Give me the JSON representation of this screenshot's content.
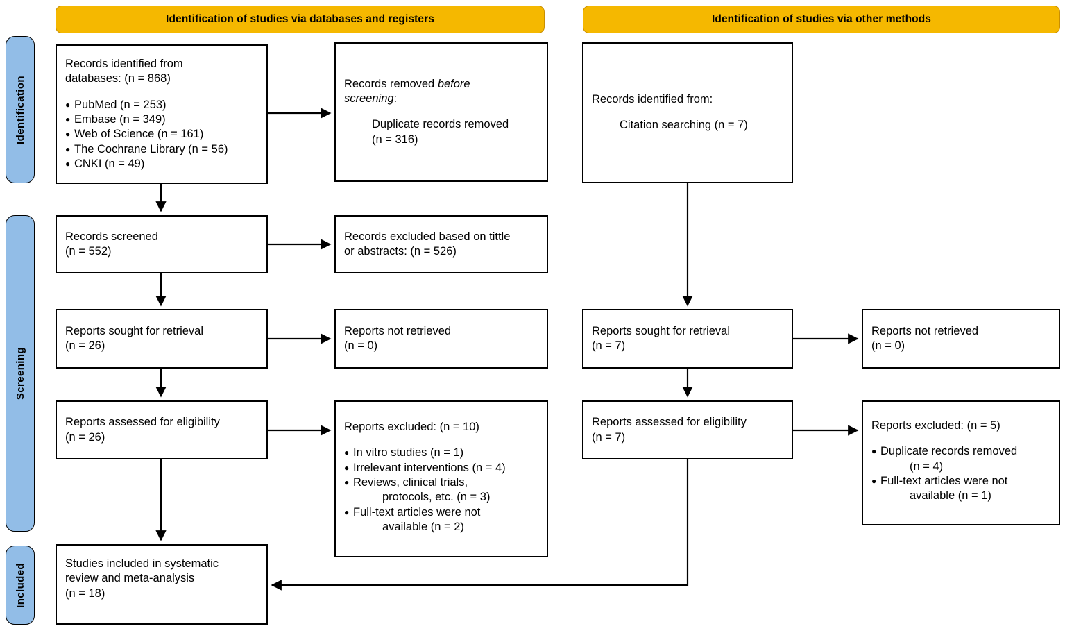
{
  "diagram": {
    "type": "prisma-flow-diagram",
    "title": "PRISMA 2020 flow diagram",
    "colors": {
      "banner_fill": "#F5B800",
      "banner_border": "#C98F00",
      "side_label_fill": "#92BDE7",
      "box_border": "#000000",
      "background": "#FFFFFF",
      "text": "#000000"
    }
  },
  "banners": {
    "databases": "Identification of studies via databases and registers",
    "other": "Identification of studies via other methods"
  },
  "side_labels": {
    "identification": "Identification",
    "screening": "Screening",
    "included": "Included"
  },
  "boxes": {
    "records_identified": {
      "line1": "Records identified from",
      "line2": "databases: (n = 868)",
      "sources": [
        "PubMed (n = 253)",
        "Embase (n = 349)",
        "Web of Science (n = 161)",
        "The Cochrane Library (n = 56)",
        "CNKI (n = 49)"
      ]
    },
    "records_removed": {
      "line1_plain": "Records removed ",
      "line1_italic": "before",
      "line2_italic": "screening",
      "line2_plain": ":",
      "detail1": "Duplicate records removed",
      "detail2": "(n = 316)"
    },
    "records_screened": {
      "line1": "Records screened",
      "line2": "(n = 552)"
    },
    "records_excluded": {
      "line1": "Records excluded based on tittle",
      "line2": "or abstracts: (n = 526)"
    },
    "reports_sought_left": {
      "line1": "Reports sought for retrieval",
      "line2": "(n = 26)"
    },
    "reports_not_retrieved_left": {
      "line1": "Reports not retrieved",
      "line2": "(n = 0)"
    },
    "reports_assessed_left": {
      "line1": "Reports assessed for eligibility",
      "line2": "(n = 26)"
    },
    "reports_excluded_left": {
      "heading": "Reports excluded: (n = 10)",
      "reasons": [
        {
          "text": "In vitro studies (n = 1)",
          "cont": ""
        },
        {
          "text": "Irrelevant interventions (n = 4)",
          "cont": ""
        },
        {
          "text": "Reviews, clinical trials,",
          "cont": "protocols, etc. (n = 3)"
        },
        {
          "text": "Full-text articles were not",
          "cont": "available (n = 2)"
        }
      ]
    },
    "records_identified_other": {
      "line1": "Records identified from:",
      "detail1": "Citation searching (n = 7)"
    },
    "reports_sought_right": {
      "line1": "Reports sought for retrieval",
      "line2": "(n = 7)"
    },
    "reports_not_retrieved_right": {
      "line1": "Reports not retrieved",
      "line2": "(n = 0)"
    },
    "reports_assessed_right": {
      "line1": "Reports assessed for eligibility",
      "line2": "(n = 7)"
    },
    "reports_excluded_right": {
      "heading": "Reports excluded: (n = 5)",
      "reasons": [
        {
          "text": "Duplicate records removed",
          "cont": "(n = 4)"
        },
        {
          "text": "Full-text articles were not",
          "cont": "available (n = 1)"
        }
      ]
    },
    "studies_included": {
      "line1": "Studies included in systematic",
      "line2": "review and meta-analysis",
      "line3": "(n = 18)"
    }
  }
}
